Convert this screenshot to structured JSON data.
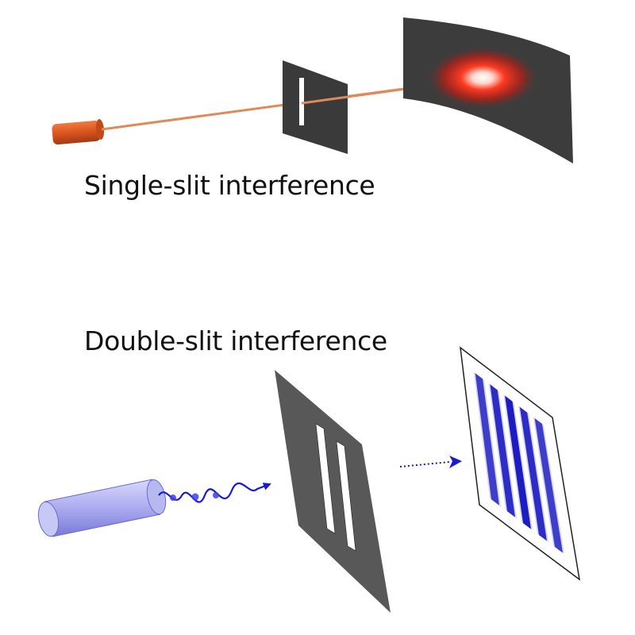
{
  "captions": {
    "single": "Single-slit interference",
    "double": "Double-slit interference"
  },
  "single_slit": {
    "laser_color": "#d9541e",
    "beam_color": "#e08a5a",
    "barrier_color": "#3a3a3a",
    "screen_color": "#3c3c3c",
    "spot_color": "#ff2a1a",
    "fringe_count": 1
  },
  "double_slit": {
    "source_color": "#a9a9f0",
    "wave_color": "#1a1ad0",
    "barrier_color": "#585858",
    "fringe_color": "#1c1cc0",
    "fringe_count": 5
  }
}
